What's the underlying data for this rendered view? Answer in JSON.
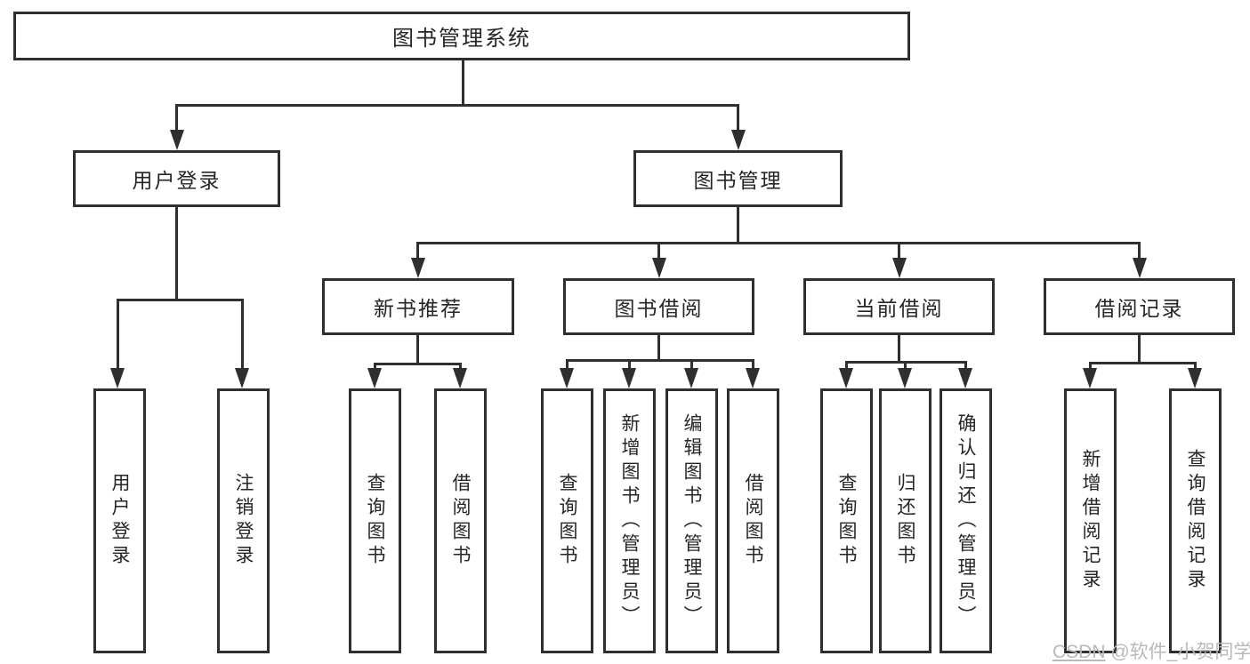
{
  "colors": {
    "line": "#2f2f2f",
    "text": "#262626",
    "box_bg": "#ffffff",
    "watermark": "#b9b9b9"
  },
  "diagram": {
    "title_node": {
      "label": "图书管理系统"
    },
    "level2": [
      {
        "label": "用户登录"
      },
      {
        "label": "图书管理"
      }
    ],
    "level3": [
      {
        "label": "新书推荐",
        "parent": "图书管理"
      },
      {
        "label": "图书借阅",
        "parent": "图书管理"
      },
      {
        "label": "当前借阅",
        "parent": "图书管理"
      },
      {
        "label": "借阅记录",
        "parent": "图书管理"
      }
    ],
    "leaves": [
      {
        "label": "用户登录",
        "parent": "用户登录"
      },
      {
        "label": "注销登录",
        "parent": "用户登录"
      },
      {
        "label": "查询图书",
        "parent": "新书推荐"
      },
      {
        "label": "借阅图书",
        "parent": "新书推荐"
      },
      {
        "label": "查询图书",
        "parent": "图书借阅"
      },
      {
        "label": "新增图书（管理员）",
        "parent": "图书借阅"
      },
      {
        "label": "编辑图书（管理员）",
        "parent": "图书借阅"
      },
      {
        "label": "借阅图书",
        "parent": "图书借阅"
      },
      {
        "label": "查询图书",
        "parent": "当前借阅"
      },
      {
        "label": "归还图书",
        "parent": "当前借阅"
      },
      {
        "label": "确认归还（管理员）",
        "parent": "当前借阅"
      },
      {
        "label": "新增借阅记录",
        "parent": "借阅记录"
      },
      {
        "label": "查询借阅记录",
        "parent": "借阅记录"
      }
    ]
  },
  "watermark": {
    "brand": "CSDN",
    "handle": " @软件_小贺同学"
  }
}
